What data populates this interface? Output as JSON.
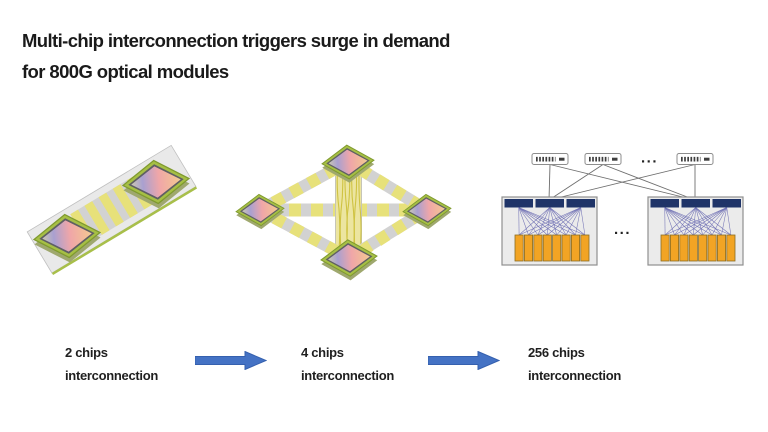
{
  "title": {
    "line1": "Multi-chip interconnection triggers surge in demand",
    "line2": "for 800G optical modules"
  },
  "stages": [
    {
      "chips": "2 chips",
      "word": "interconnection"
    },
    {
      "chips": "4 chips",
      "word": "interconnection"
    },
    {
      "chips": "256 chips",
      "word": "interconnection"
    }
  ],
  "network": {
    "switch_row_ellipsis": "...",
    "rack_row_ellipsis": "..."
  },
  "colors": {
    "title_text": "#1a1a1a",
    "arrow_blue": "#4472c4",
    "chip_frame_green": "#a6bf45",
    "bus_yellow": "#e7e17a",
    "bus_gray": "#d2d2d2",
    "switch_panel_navy": "#1f3468",
    "optical_module_orange": "#f2a424",
    "fanout_line_blue": "#5456a8"
  }
}
